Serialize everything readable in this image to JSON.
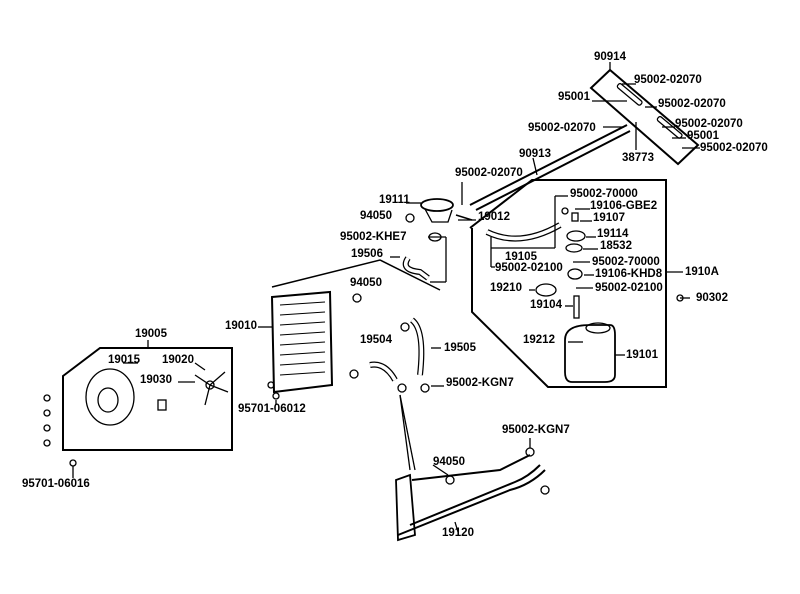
{
  "diagram": {
    "labels": [
      "90914",
      "95002-02070",
      "95001",
      "95002-02070",
      "95002-02070",
      "95002-02070",
      "95001",
      "38773",
      "95002-02070",
      "90913",
      "95002-02070",
      "19111",
      "94050",
      "19012",
      "95002-70000",
      "19106-GBE2",
      "19107",
      "19114",
      "18532",
      "95002-70000",
      "19106-KHD8",
      "1910A",
      "19105",
      "95002-02100",
      "19210",
      "95002-02100",
      "19104",
      "90302",
      "95002-KHE7",
      "19506",
      "94050",
      "19010",
      "19005",
      "19015",
      "19020",
      "19030",
      "19504",
      "19505",
      "95002-KGN7",
      "19212",
      "19101",
      "95701-06012",
      "95701-06016",
      "95002-KGN7",
      "94050",
      "19120"
    ]
  }
}
